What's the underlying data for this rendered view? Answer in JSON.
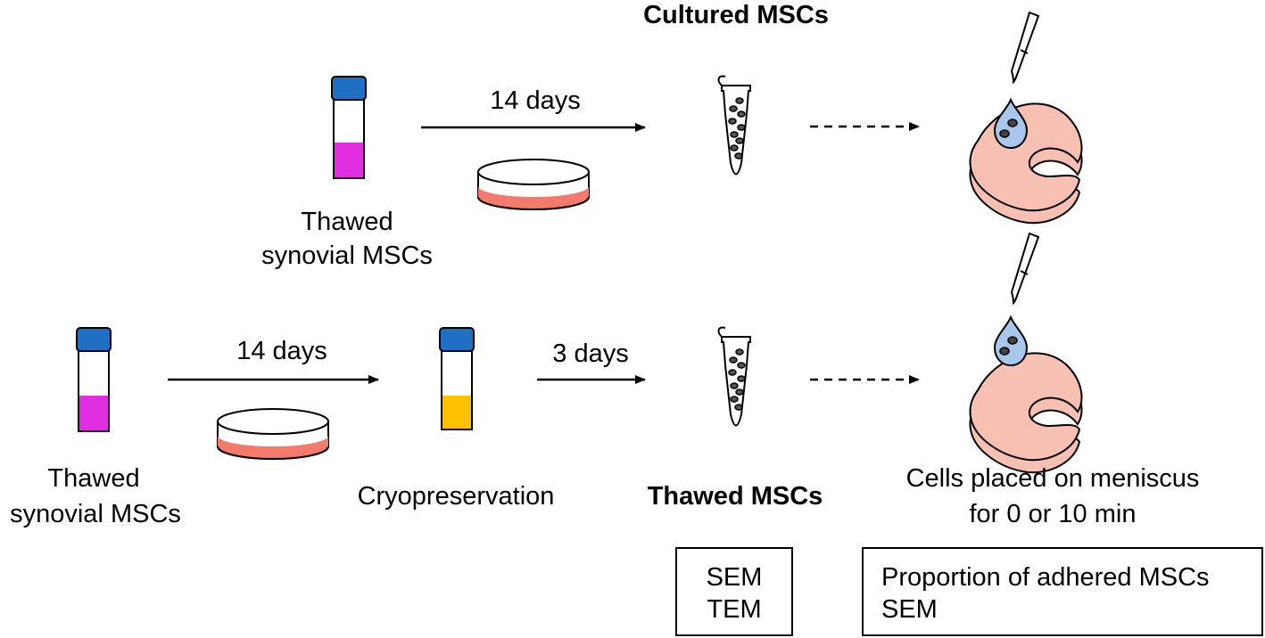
{
  "top_row": {
    "heading": "Cultured MSCs",
    "start_label": [
      "Thawed",
      "synovial MSCs"
    ],
    "culture_step": "14 days"
  },
  "bottom_row": {
    "start_label": [
      "Thawed",
      "synovial MSCs"
    ],
    "culture_step": "14 days",
    "cryo_label": "Cryopreservation",
    "thaw_step": "3 days",
    "result_label": "Thawed MSCs",
    "placement_label": [
      "Cells placed on meniscus",
      "for 0 or 10 min"
    ]
  },
  "analysis_boxes": {
    "microscopy": [
      "SEM",
      "TEM"
    ],
    "adhesion": [
      "Proportion of adhered MSCs",
      "SEM"
    ]
  },
  "colors": {
    "cap_blue": "#1f6fc4",
    "medium_magenta": "#e02ee0",
    "medium_yellow": "#ffc000",
    "dish_medium": "#f47a6e",
    "meniscus": "#f7c0b2",
    "droplet": "#a9c6ec"
  }
}
